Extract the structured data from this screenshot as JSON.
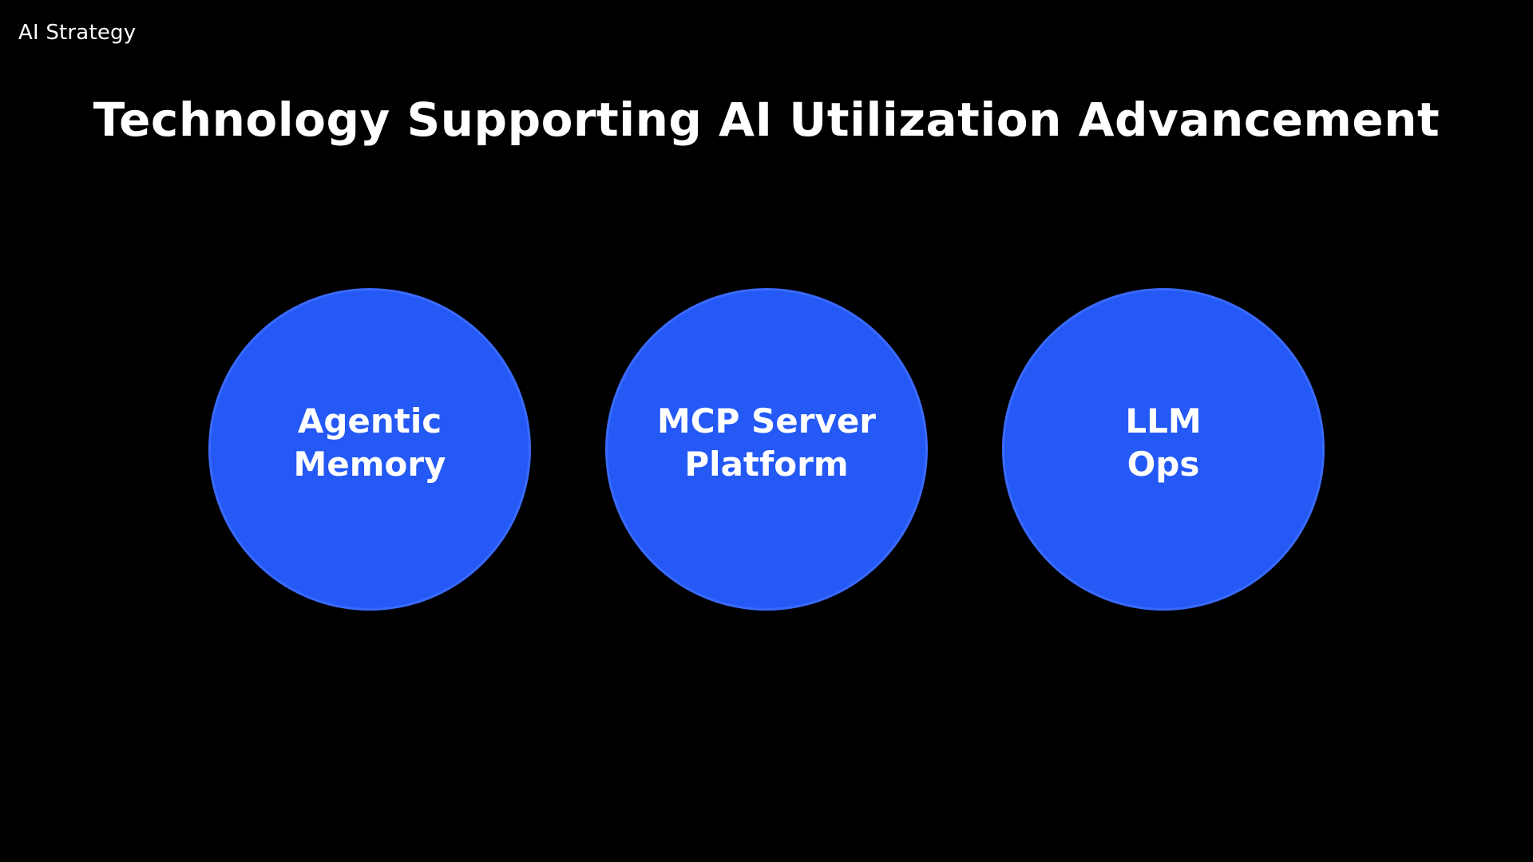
{
  "header": {
    "section_label": "AI Strategy"
  },
  "slide": {
    "title": "Technology Supporting AI Utilization Advancement"
  },
  "circles": [
    {
      "line1": "Agentic",
      "line2": "Memory"
    },
    {
      "line1": "MCP Server",
      "line2": "Platform"
    },
    {
      "line1": "LLM",
      "line2": "Ops"
    }
  ],
  "colors": {
    "background": "#000000",
    "circle_fill": "#2459f5",
    "text": "#ffffff"
  }
}
